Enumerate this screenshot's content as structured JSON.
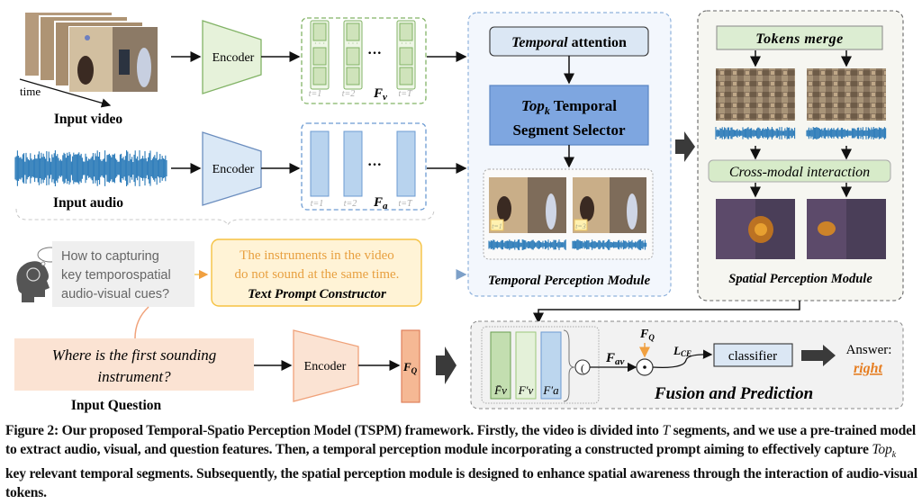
{
  "figure": {
    "inputs": {
      "video_label": "Input video",
      "time_label": "time",
      "audio_label": "Input audio",
      "question_label": "Input Question",
      "question_text_line1": "Where is the first sounding",
      "question_text_line2": "instrument?"
    },
    "encoders": {
      "video": "Encoder",
      "audio": "Encoder",
      "question": "Encoder"
    },
    "features": {
      "video_symbol": "F",
      "video_sub": "v",
      "audio_symbol": "F",
      "audio_sub": "a",
      "question_symbol": "F",
      "question_sub": "Q",
      "time_ticks": [
        "t=1",
        "t=2",
        "t=T"
      ],
      "ellipsis": "···"
    },
    "thinking": {
      "line1": "How to capturing",
      "line2": "key temporospatial",
      "line3": "audio-visual cues?"
    },
    "text_prompt": {
      "line1": "The instruments in the video",
      "line2": "do not sound at the same time.",
      "title": "Text Prompt Constructor"
    },
    "temporal_module": {
      "attention_italic": "Temporal",
      "attention_rest": " attention",
      "selector_line1_italic": "Top",
      "selector_line1_sub": "k",
      "selector_line1_rest": " Temporal",
      "selector_line2": "Segment Selector",
      "frame_tags": [
        "t=1",
        "t=3"
      ],
      "title": "Temporal Perception Module"
    },
    "spatial_module": {
      "tokens_merge": "Tokens merge",
      "cross_modal": "Cross-modal interaction",
      "title": "Spatial Perception Module"
    },
    "fusion": {
      "bars": [
        "F̄v",
        "F′v",
        "F′a"
      ],
      "concat_symbol": "©",
      "fav_symbol": "F",
      "fav_sub": "av",
      "fq_symbol": "F",
      "fq_sub": "Q",
      "dot_symbol": "⊙",
      "loss_symbol": "L",
      "loss_sub": "CE",
      "classifier": "classifier",
      "answer_label": "Answer:",
      "answer_value": "right",
      "title": "Fusion and Prediction"
    },
    "colors": {
      "green_fill": "#d5e8c4",
      "green_stroke": "#82b366",
      "blue_fill": "#b8d3ee",
      "blue_stroke": "#6c9bd2",
      "selector_fill": "#7ea6e0",
      "orange_fill": "#fbe3d3",
      "orange_stroke": "#f0a27a",
      "prompt_fill": "#fff3d6",
      "prompt_stroke": "#f5c242",
      "prompt_text": "#e8a040",
      "answer": "#e67e22",
      "wave": "#2a7ab8",
      "dark_arrow": "#3a3a3a"
    }
  },
  "caption": {
    "part1": "Figure 2: Our proposed Temporal-Spatio Perception Model (TSPM) framework. Firstly, the video is divided into ",
    "T": "T",
    "part2": " segments, and we use a pre-trained model to extract audio, visual, and question features. Then, a temporal perception module incorporating a constructed prompt aiming to effectively capture ",
    "topk": "Top",
    "topk_sub": "k",
    "part3": " key relevant temporal segments. Subsequently, the spatial perception module is designed to enhance spatial awareness through the interaction of audio-visual tokens."
  }
}
